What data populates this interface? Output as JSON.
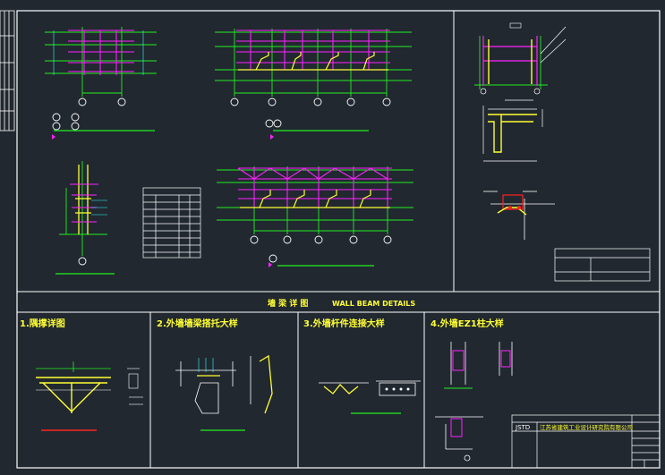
{
  "colors": {
    "background": "#212830",
    "frame": "#ffffff",
    "grid_axis": "#22ee22",
    "steel_column": "#ff22ff",
    "wall_beam": "#ffff33",
    "dimension": "#33ffff",
    "section_red": "#ff2222"
  },
  "banner": {
    "title_cn": "墙 梁 详 图",
    "title_en": "WALL BEAM DETAILS"
  },
  "details": [
    {
      "label": "1.隅撑详图"
    },
    {
      "label": "2.外墙墙梁搭托大样"
    },
    {
      "label": "3.外墙杆件连接大样"
    },
    {
      "label": "4.外墙EZ1柱大样"
    }
  ],
  "title_block": {
    "company_abbr": "JSTD",
    "company_name": "江苏省建筑工业设计研究院有限公司"
  }
}
